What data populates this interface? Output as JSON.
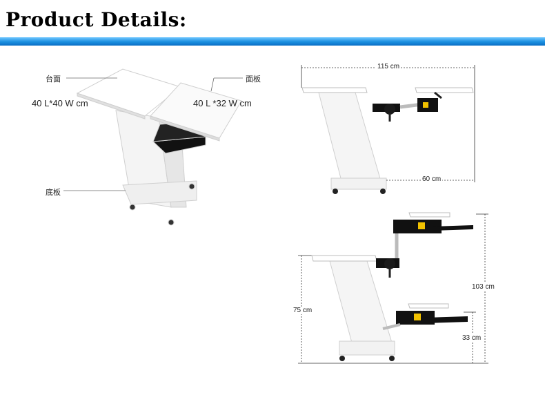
{
  "title": "Product Details:",
  "labels": {
    "top_surface": "台面",
    "panel": "面板",
    "base": "底板",
    "top_surface_size": "40 L*40 W cm",
    "panel_size": "40 L *32 W cm"
  },
  "dimensions": {
    "width_total": "115 cm",
    "arm_reach": "60 cm",
    "max_height": "103 cm",
    "desk_height": "75 cm",
    "min_height": "33 cm"
  },
  "colors": {
    "accent_bar": "#1a8fe0",
    "furniture": "#ffffff",
    "mechanism": "#111111"
  }
}
